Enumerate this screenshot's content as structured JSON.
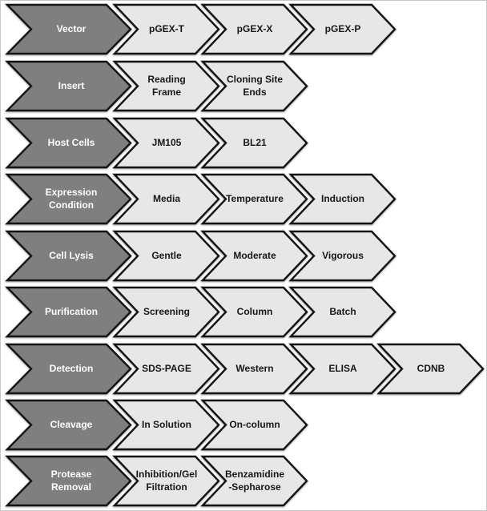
{
  "palette": {
    "dark_fill": "#7f7f7f",
    "light_fill": "#e7e7e7",
    "outline": "#141414",
    "dark_text": "#ffffff",
    "light_text": "#171717",
    "background": "#ffffff"
  },
  "diagram": {
    "rows": [
      {
        "label": "Vector",
        "items": [
          "pGEX-T",
          "pGEX-X",
          "pGEX-P"
        ]
      },
      {
        "label": "Insert",
        "items": [
          "Reading\nFrame",
          "Cloning Site\nEnds"
        ]
      },
      {
        "label": "Host Cells",
        "items": [
          "JM105",
          "BL21"
        ]
      },
      {
        "label": "Expression\nCondition",
        "items": [
          "Media",
          "Temperature",
          "Induction"
        ]
      },
      {
        "label": "Cell Lysis",
        "items": [
          "Gentle",
          "Moderate",
          "Vigorous"
        ]
      },
      {
        "label": "Purification",
        "items": [
          "Screening",
          "Column",
          "Batch"
        ]
      },
      {
        "label": "Detection",
        "items": [
          "SDS-PAGE",
          "Western",
          "ELISA",
          "CDNB"
        ]
      },
      {
        "label": "Cleavage",
        "items": [
          "In Solution",
          "On-column"
        ]
      },
      {
        "label": "Protease\nRemoval",
        "items": [
          "Inhibition/Gel\nFiltration",
          "Benzamidine\n-Sepharose"
        ]
      }
    ]
  }
}
